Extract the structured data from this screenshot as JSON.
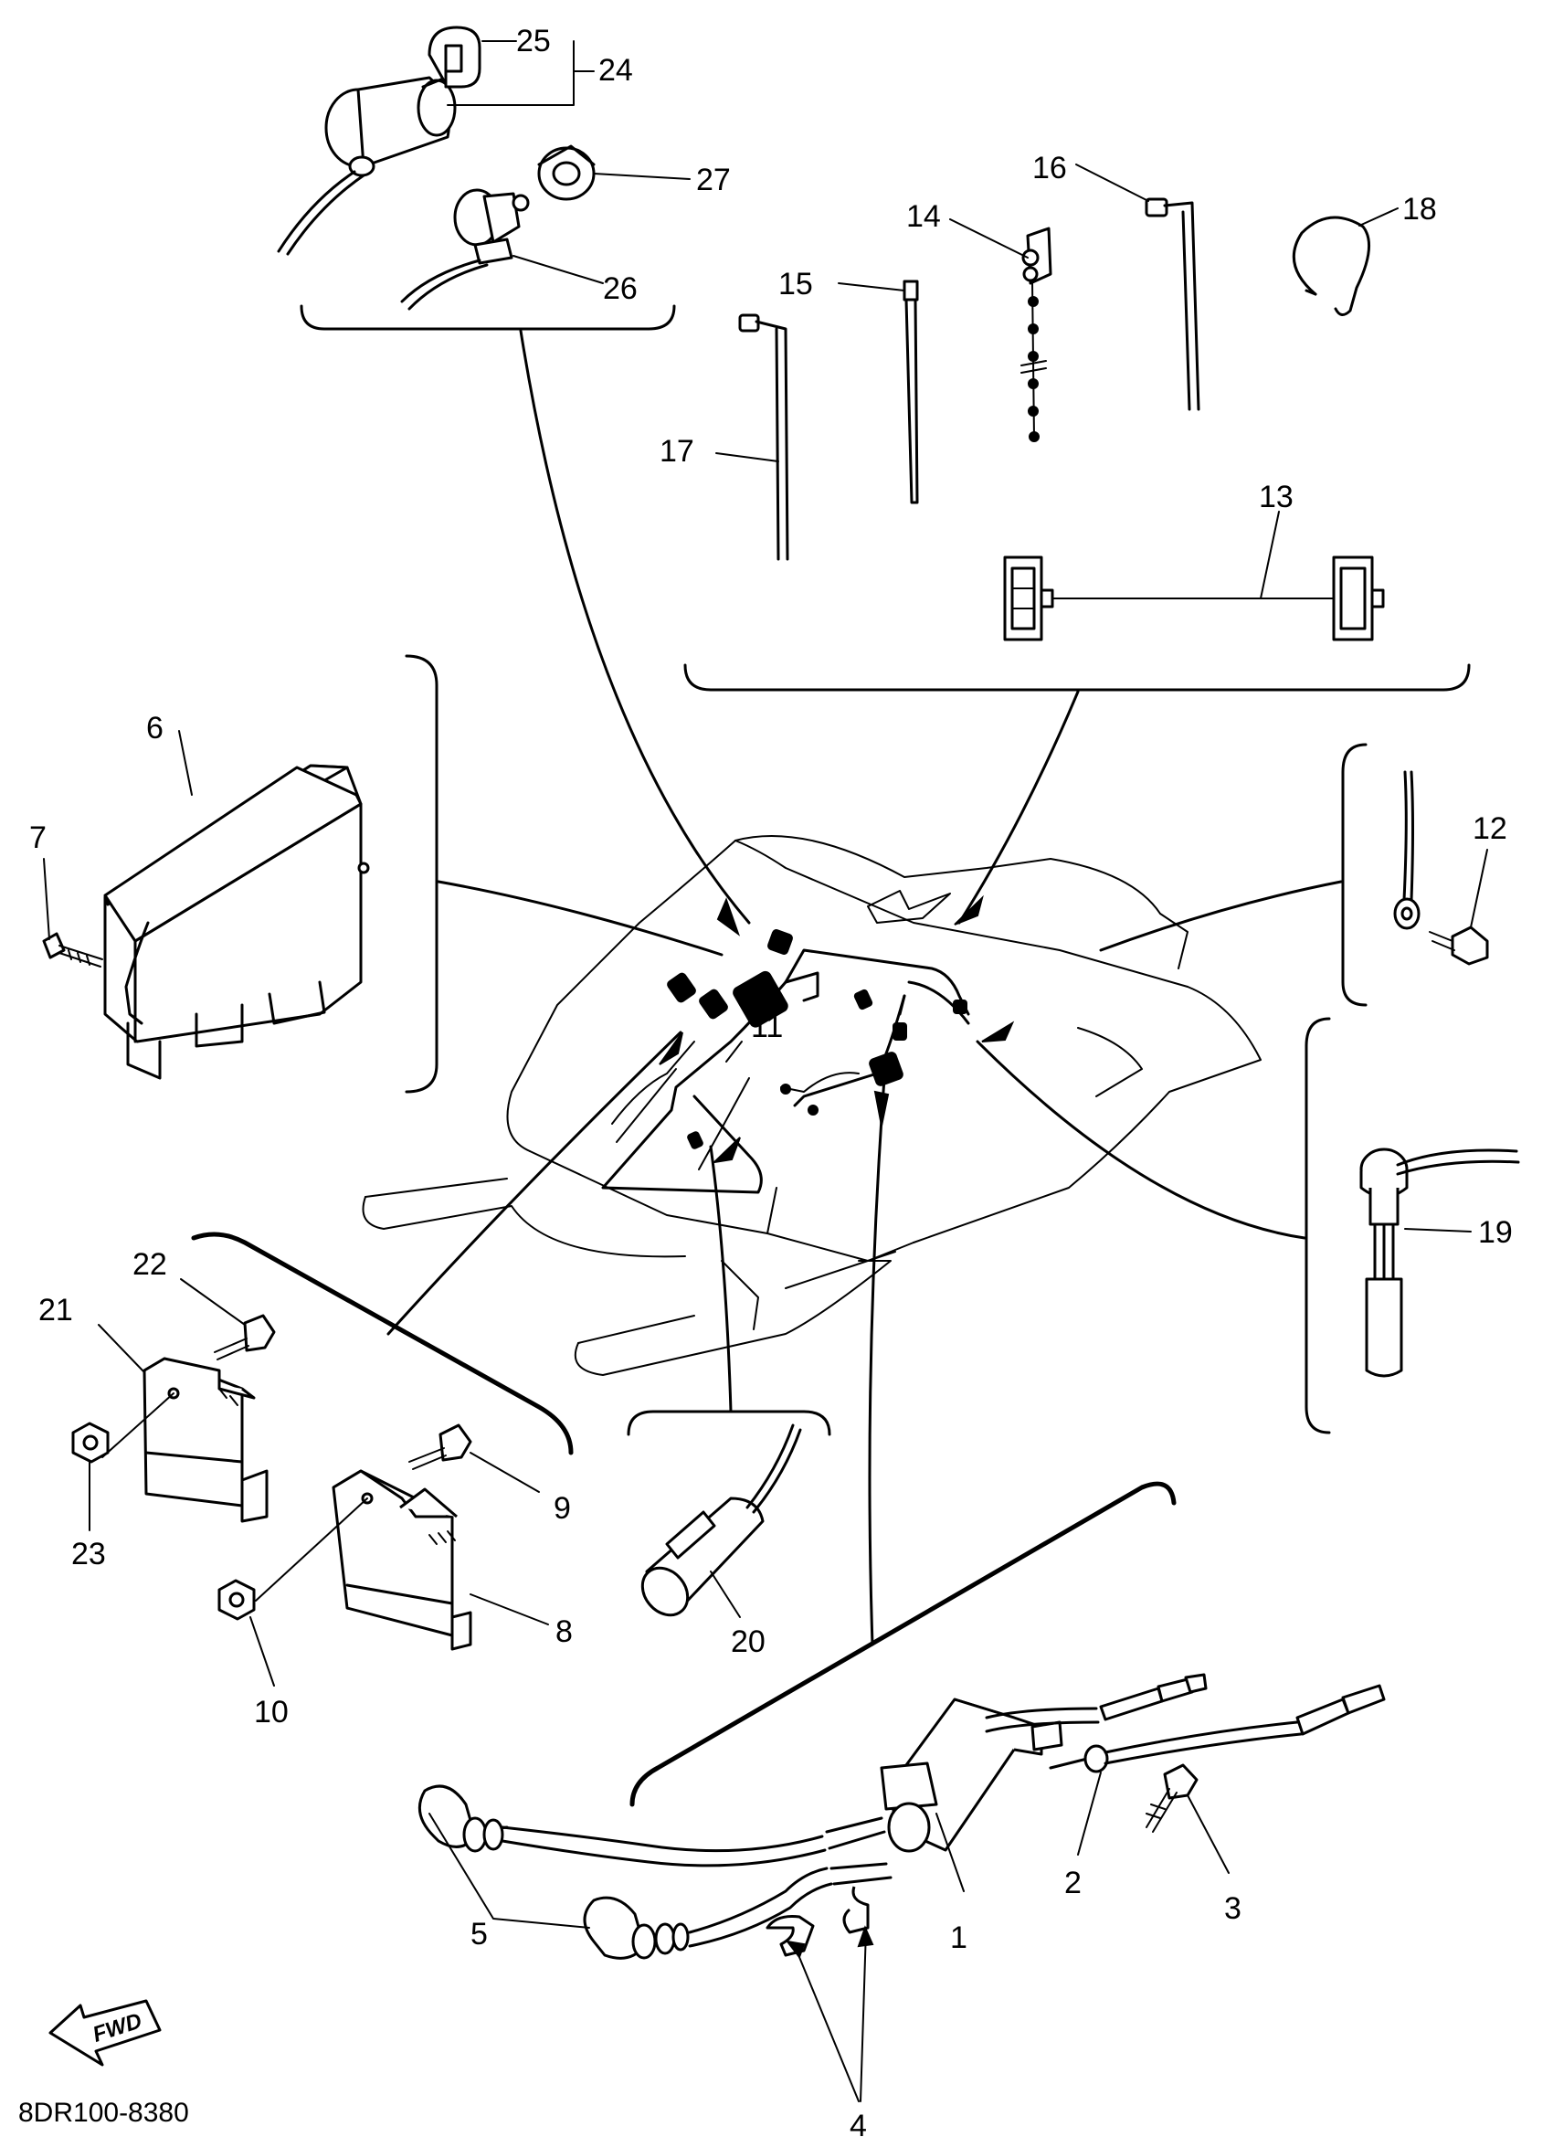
{
  "diagram": {
    "code": "8DR100-8380",
    "direction_label": "FWD",
    "callouts": [
      "1",
      "2",
      "3",
      "4",
      "5",
      "6",
      "7",
      "8",
      "9",
      "10",
      "11",
      "12",
      "13",
      "14",
      "15",
      "16",
      "17",
      "18",
      "19",
      "20",
      "21",
      "22",
      "23",
      "24",
      "25",
      "26",
      "27"
    ]
  }
}
